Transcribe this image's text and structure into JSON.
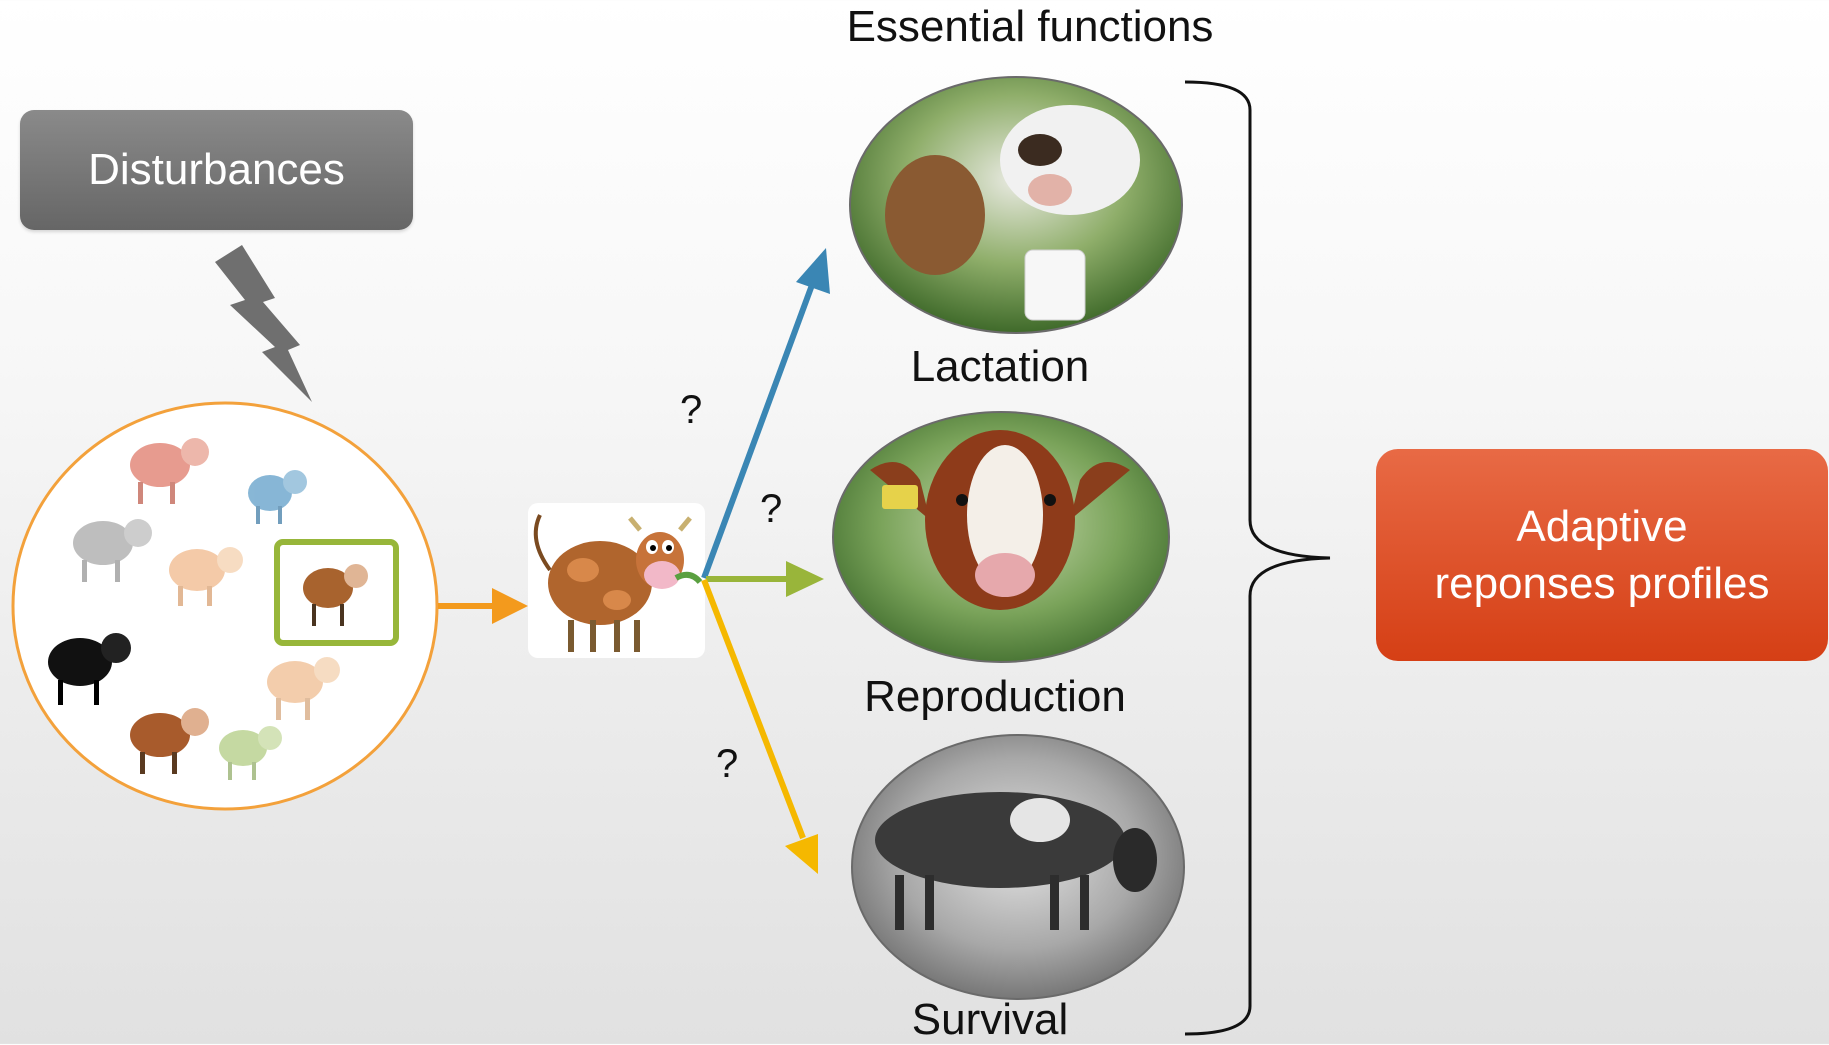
{
  "header": {
    "title": "Essential functions"
  },
  "disturbances": {
    "label": "Disturbances"
  },
  "functions": [
    {
      "label": "Lactation"
    },
    {
      "label": "Reproduction"
    },
    {
      "label": "Survival"
    }
  ],
  "questions": [
    "?",
    "?",
    "?"
  ],
  "result": {
    "line1": "Adaptive",
    "line2": "reponses profiles"
  },
  "colors": {
    "disturbances_box": "#757575",
    "result_box": "#df5128",
    "herd_circle": "#f3a13b",
    "selected_frame": "#97b63a",
    "arrow_lactation": "#3a86b4",
    "arrow_reproduction": "#99b53a",
    "arrow_survival": "#f5b800",
    "arrow_herd": "#f39a1d"
  },
  "icons": [
    "lightning-bolt-icon",
    "cow-icon"
  ]
}
